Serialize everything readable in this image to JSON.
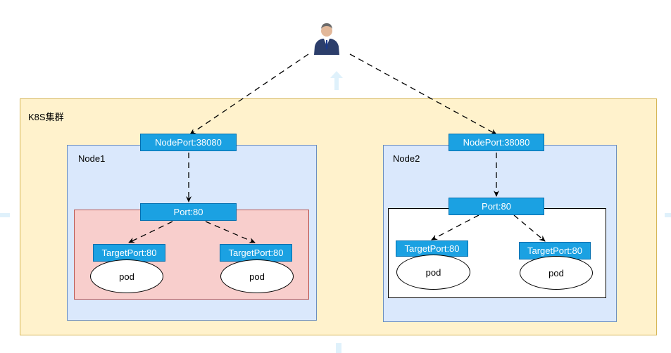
{
  "cluster": {
    "label": "K8S集群"
  },
  "nodes": [
    {
      "label": "Node1",
      "node_port": "NodePort:38080",
      "service_port": "Port:80",
      "pods": [
        {
          "target_port": "TargetPort:80",
          "label": "pod"
        },
        {
          "target_port": "TargetPort:80",
          "label": "pod"
        }
      ]
    },
    {
      "label": "Node2",
      "node_port": "NodePort:38080",
      "service_port": "Port:80",
      "pods": [
        {
          "target_port": "TargetPort:80",
          "label": "pod"
        },
        {
          "target_port": "TargetPort:80",
          "label": "pod"
        }
      ]
    }
  ],
  "colors": {
    "cluster_fill": "#fff2cc",
    "node_fill": "#dae8fc",
    "service1_fill": "#f8cecc",
    "port_fill": "#1ba1e2"
  },
  "icons": {
    "client": "user-icon"
  }
}
